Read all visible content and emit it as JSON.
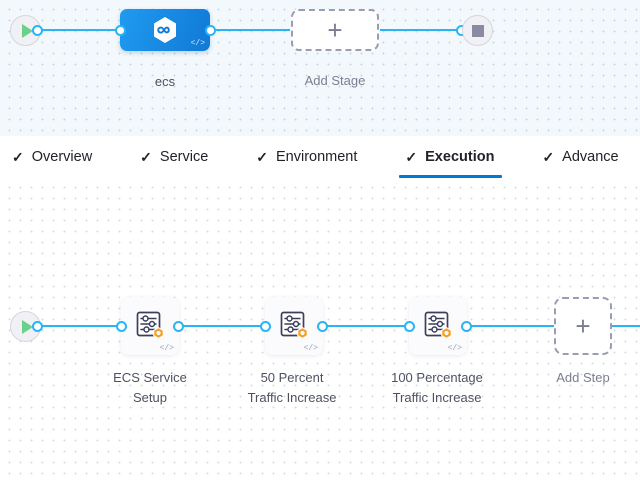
{
  "pipeline_stage_graph": {
    "start_node": {
      "name": "start-node",
      "icon": "play-icon"
    },
    "end_node": {
      "name": "end-node",
      "icon": "stop-icon"
    },
    "stages": [
      {
        "label": "ecs",
        "icon": "harness-hexagon-icon",
        "code_glyph": "</>"
      }
    ],
    "add_stage": {
      "label": "Add Stage",
      "icon": "plus-icon"
    }
  },
  "tabs": [
    {
      "label": "Overview",
      "icon": "check-icon",
      "active": false
    },
    {
      "label": "Service",
      "icon": "check-icon",
      "active": false
    },
    {
      "label": "Environment",
      "icon": "check-icon",
      "active": false
    },
    {
      "label": "Execution",
      "icon": "check-icon",
      "active": true
    },
    {
      "label": "Advance",
      "icon": "check-icon",
      "active": false
    }
  ],
  "execution_step_graph": {
    "start_node": {
      "name": "start-node",
      "icon": "play-icon"
    },
    "steps": [
      {
        "label_line1": "ECS Service",
        "label_line2": "Setup",
        "icon": "ecs-sliders-icon",
        "badge": "aws-hexagon-badge",
        "code_glyph": "</>"
      },
      {
        "label_line1": "50 Percent",
        "label_line2": "Traffic Increase",
        "icon": "ecs-sliders-icon",
        "badge": "aws-hexagon-badge",
        "code_glyph": "</>"
      },
      {
        "label_line1": "100 Percentage",
        "label_line2": "Traffic Increase",
        "icon": "ecs-sliders-icon",
        "badge": "aws-hexagon-badge",
        "code_glyph": "</>"
      }
    ],
    "add_step": {
      "label": "Add Step",
      "icon": "plus-icon"
    }
  },
  "colors": {
    "edge": "#29b5f5",
    "stage_accent": "#1179d6",
    "tab_active_underline": "#0278d5",
    "badge_orange": "#f3a225",
    "play_green": "#6bd089",
    "stage_canvas_bg": "#f2f8fb",
    "step_canvas_bg": "#ffffff"
  },
  "glyphs": {
    "check": "✓",
    "plus": "+",
    "code": "</>"
  }
}
